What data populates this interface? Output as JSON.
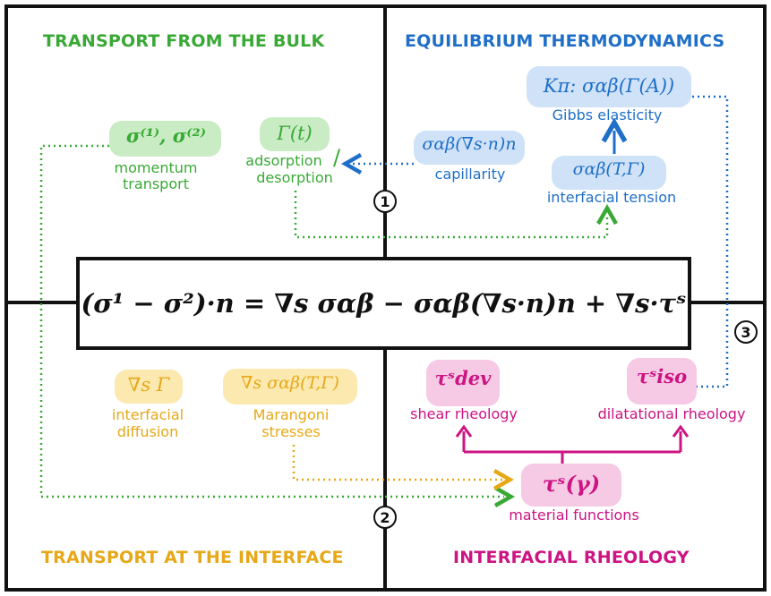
{
  "colors": {
    "bulk": "#39a935",
    "thermo": "#1f6fc8",
    "transport": "#e6a817",
    "rheology": "#cc1483",
    "bulk_bg": "#c9ecc4",
    "thermo_bg": "#cfe2f7",
    "transport_bg": "#fbe9b0",
    "rheology_bg": "#f6c9e4"
  },
  "quadrants": {
    "top_left": "TRANSPORT  FROM THE BULK",
    "top_right": "EQUILIBRIUM THERMODYNAMICS",
    "bottom_left": "TRANSPORT  AT THE INTERFACE",
    "bottom_right": "INTERFACIAL RHEOLOGY"
  },
  "bulk": {
    "momentum_symbol": "σ⁽¹⁾, σ⁽²⁾",
    "momentum_label_1": "momentum",
    "momentum_label_2": "transport",
    "adsorption_symbol": "Γ(t)",
    "adsorption_label_1": "adsorption",
    "adsorption_label_2": "desorption",
    "adsorption_slash": "/"
  },
  "thermo": {
    "gibbs_symbol": "Kπ: σαβ(Γ(A))",
    "gibbs_label": "Gibbs elasticity",
    "capillarity_symbol": "σαβ(∇s·n)n",
    "capillarity_label": "capillarity",
    "tension_symbol": "σαβ(T,Γ)",
    "tension_label": "interfacial tension"
  },
  "transport": {
    "diffusion_symbol": "∇s Γ",
    "diffusion_label_1": "interfacial",
    "diffusion_label_2": "diffusion",
    "marangoni_symbol": "∇s σαβ(T,Γ)",
    "marangoni_label_1": "Marangoni",
    "marangoni_label_2": "stresses"
  },
  "rheology": {
    "shear_symbol": "τˢdev",
    "shear_label": "shear rheology",
    "dilatational_symbol": "τˢiso",
    "dilatational_label": "dilatational rheology",
    "material_symbol": "τˢ(γ)",
    "material_label": "material functions"
  },
  "equation": "(σ¹ − σ²)·n = ∇s σαβ − σαβ(∇s·n)n + ∇s·τˢ",
  "markers": {
    "one": "1",
    "two": "2",
    "three": "3"
  }
}
